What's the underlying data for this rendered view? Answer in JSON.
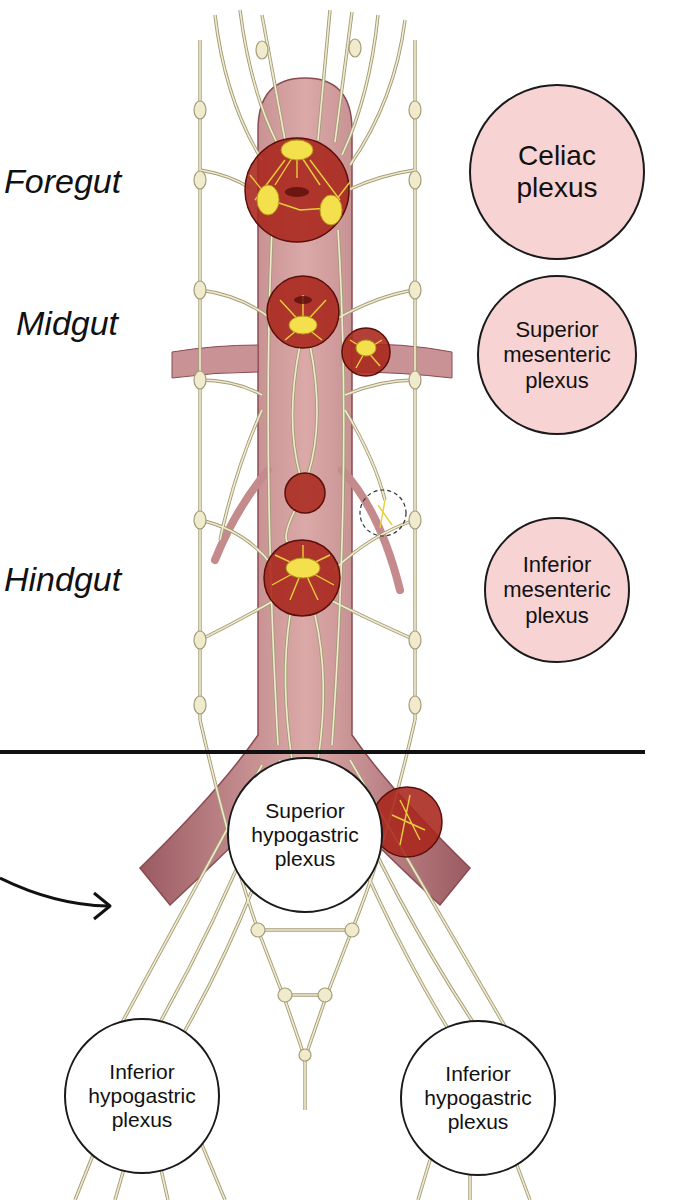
{
  "diagram": {
    "nodes": [
      {
        "text": [
          "Celiac plexus"
        ]
      },
      {
        "text": [
          "Superior mesenteric plexus"
        ]
      },
      {
        "text": [
          "Inferior mesenteric plexus"
        ]
      },
      {
        "text": [
          "Superior hypogastric plexus"
        ]
      },
      {
        "text": [
          "Inferior hypogastric plexus"
        ]
      },
      {
        "text": [
          "Inferior hypogastric plexus"
        ]
      }
    ],
    "labels": [
      "Foregut",
      "Midgut",
      "Hindgut"
    ]
  }
}
